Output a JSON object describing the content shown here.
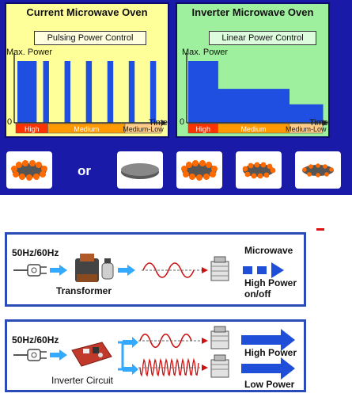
{
  "top": {
    "left_panel": {
      "title": "Current Microwave Oven",
      "label": "Pulsing Power Control",
      "y_label": "Max. Power",
      "x_origin": "0",
      "x_label": "Time",
      "levels": [
        "High",
        "Medium",
        "Medium-Low"
      ]
    },
    "right_panel": {
      "title": "Inverter Microwave Oven",
      "label": "Linear Power Control",
      "y_label": "Max. Power",
      "x_origin": "0",
      "x_label": "Time",
      "levels": [
        "High",
        "Medium",
        "Medium-Low"
      ]
    },
    "or_text": "or"
  },
  "chart_data": [
    {
      "type": "bar",
      "title": "Current Microwave Oven",
      "values": [
        1,
        0,
        1,
        0,
        1,
        0,
        1,
        0,
        1,
        0,
        1,
        0,
        1
      ],
      "ylabel": "Max. Power",
      "xlabel": "Time",
      "segments": [
        "High",
        "Medium",
        "Medium-Low"
      ]
    },
    {
      "type": "area",
      "title": "Inverter Microwave Oven",
      "x": [
        "High",
        "Medium",
        "Medium-Low"
      ],
      "values": [
        1.0,
        0.55,
        0.3
      ],
      "ylabel": "Max. Power",
      "xlabel": "Time"
    }
  ],
  "diagram1": {
    "input_label": "50Hz/60Hz",
    "component_label": "Transformer",
    "output_label": "Microwave",
    "result_label": "High Power",
    "result_sub": "on/off"
  },
  "diagram2": {
    "input_label": "50Hz/60Hz",
    "component_label": "Inverter Circuit",
    "high_label": "High Power",
    "low_label": "Low Power"
  },
  "colors": {
    "top_bg": "#1a1aa8",
    "left_panel": "#ffff99",
    "right_panel": "#9ef09e",
    "chart_blue": "#1f4fe0",
    "high_red": "#ff3300",
    "medium_orange": "#ff9900",
    "medlow_tan": "#ffcc88",
    "arrow_blue": "#2255cc"
  }
}
